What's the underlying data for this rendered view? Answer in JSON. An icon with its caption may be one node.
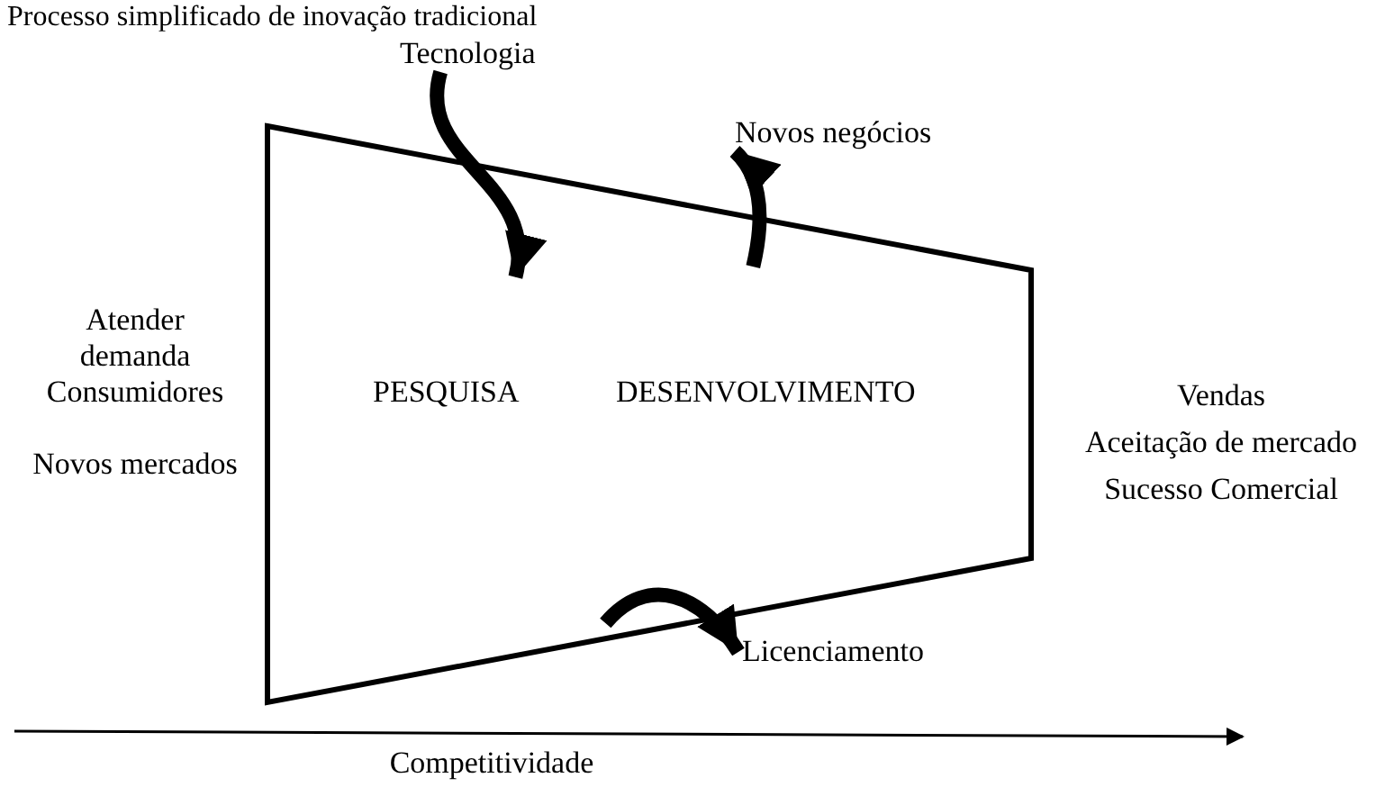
{
  "diagram": {
    "title": "Processo simplificado de inovação tradicional",
    "nodes": [
      {
        "text": [
          "PESQUISA",
          "DESENVOLVIMENTO"
        ]
      },
      {
        "text": [
          "Tecnologia"
        ]
      },
      {
        "text": [
          "Novos negócios"
        ]
      },
      {
        "text": [
          "Licenciamento"
        ]
      }
    ],
    "edges": [
      {
        "from": 1,
        "to": 0,
        "arrow": "to"
      },
      {
        "from": 0,
        "to": 2,
        "arrow": "to"
      },
      {
        "from": 0,
        "to": 3,
        "arrow": "to"
      }
    ],
    "labels": [
      "Atender demanda",
      "Consumidores",
      "Novos mercados",
      "Vendas",
      "Aceitação de mercado",
      "Sucesso Comercial",
      "Competitividade"
    ]
  }
}
